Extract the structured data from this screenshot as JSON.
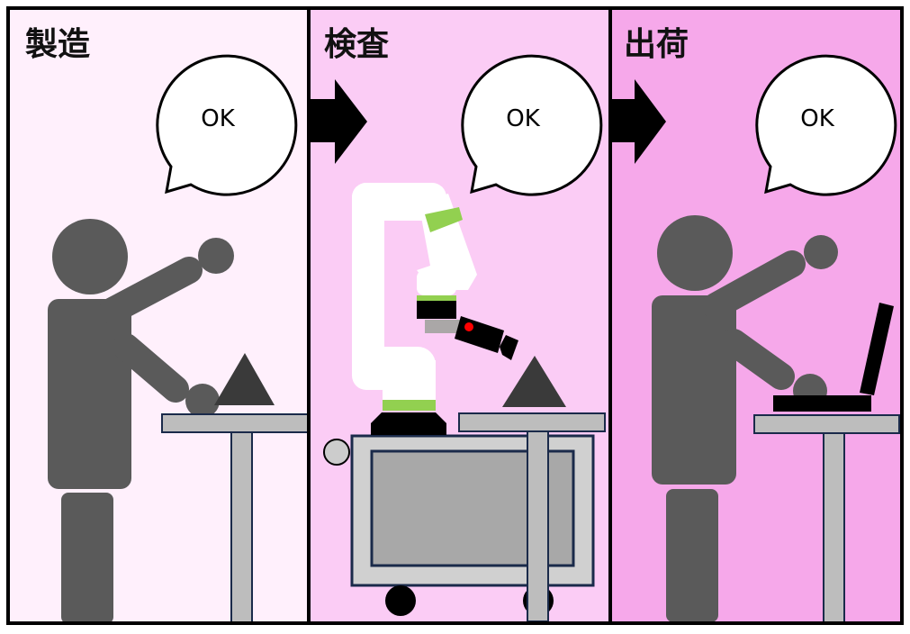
{
  "panels": [
    {
      "title": "製造",
      "speech": "OK"
    },
    {
      "title": "検査",
      "speech": "OK"
    },
    {
      "title": "出荷",
      "speech": "OK"
    }
  ],
  "colors": {
    "panel1": "#fff0fc",
    "panel2": "#fbccf5",
    "panel3": "#f6a8ea",
    "person": "#5a5a5a",
    "robot_accent": "#92d050"
  }
}
